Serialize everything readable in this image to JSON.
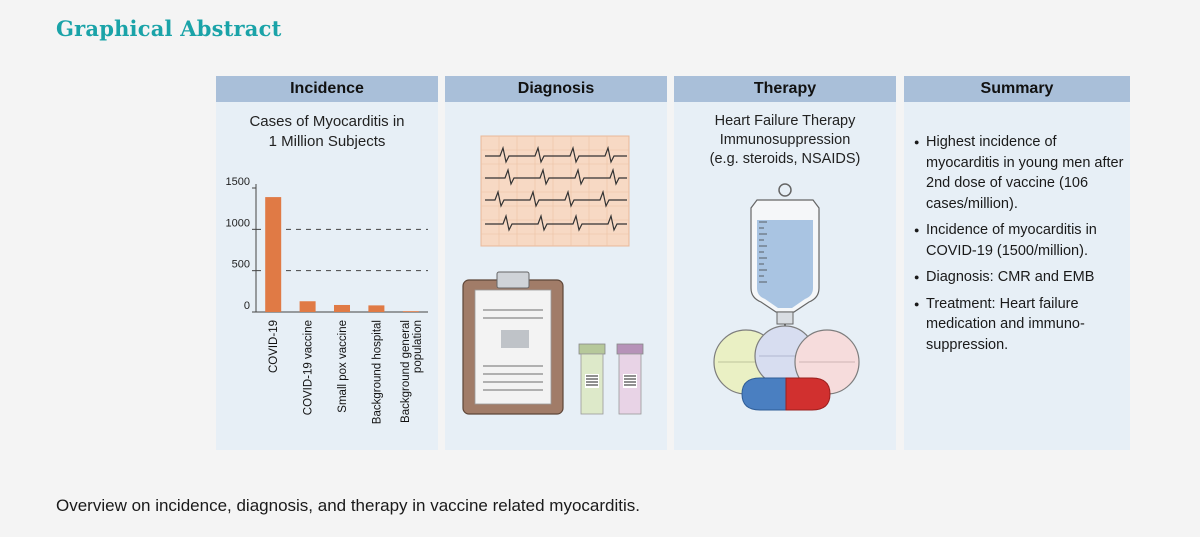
{
  "heading": "Graphical Abstract",
  "panels": {
    "incidence": {
      "title": "Incidence"
    },
    "diagnosis": {
      "title": "Diagnosis"
    },
    "therapy": {
      "title": "Therapy",
      "line1": "Heart Failure Therapy",
      "line2": "Immunosuppression",
      "line3": "(e.g. steroids, NSAIDS)"
    },
    "summary": {
      "title": "Summary",
      "items": [
        "Highest incidence of myocarditis in young men after 2nd dose of vaccine (106 cases/million).",
        "Incidence of myocarditis in COVID-19 (1500/million).",
        "Diagnosis: CMR and EMB",
        "Treatment: Heart failure medication and immuno-suppression."
      ]
    }
  },
  "chart_data": {
    "type": "bar",
    "title_line1": "Cases of Myocarditis in",
    "title_line2": "1 Million Subjects",
    "categories": [
      "COVID-19",
      "COVID-19 vaccine",
      "Small pox vaccine",
      "Background hospital",
      "Background general population"
    ],
    "category_lines": [
      [
        "COVID-19"
      ],
      [
        "COVID-19 vaccine"
      ],
      [
        "Small pox vaccine"
      ],
      [
        "Background hospital"
      ],
      [
        "Background general",
        "population"
      ]
    ],
    "values": [
      1390,
      130,
      85,
      80,
      10
    ],
    "yticks": [
      0,
      500,
      1000,
      1500
    ],
    "ylim": [
      0,
      1500
    ],
    "gridlines": [
      500,
      1000
    ],
    "bar_color": "#e07a45"
  },
  "caption": "Overview on incidence, diagnosis, and therapy in vaccine related myocarditis.",
  "colors": {
    "accent": "#1aa3a8",
    "panel_header": "#a9bfd9",
    "panel_bg": "#e7eff6"
  }
}
